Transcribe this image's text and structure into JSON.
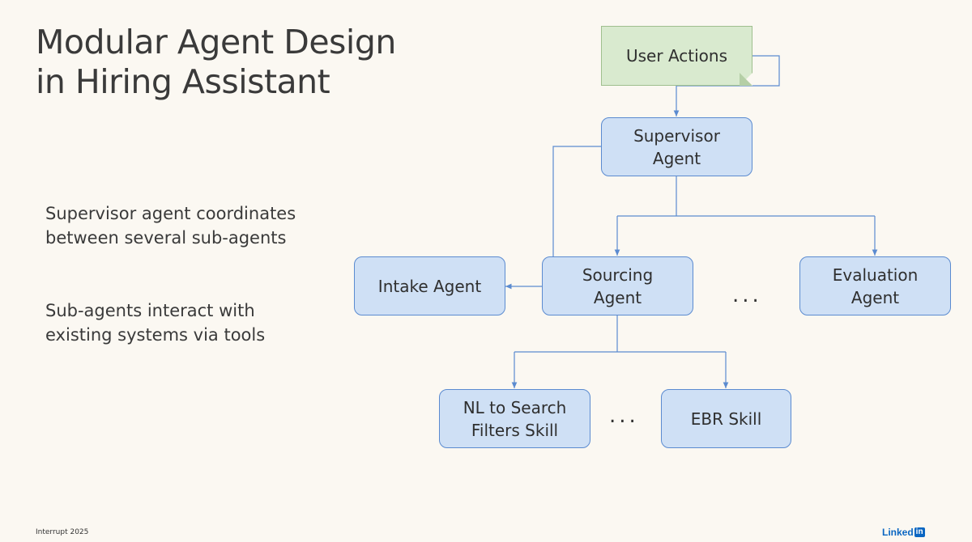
{
  "title": {
    "line1": "Modular Agent Design",
    "line2": "in Hiring Assistant"
  },
  "bullets": [
    {
      "line1": "Supervisor agent coordinates",
      "line2": "between several sub-agents"
    },
    {
      "line1": "Sub-agents interact with",
      "line2": "existing systems via tools"
    }
  ],
  "diagram": {
    "user_actions": "User Actions",
    "supervisor": {
      "line1": "Supervisor",
      "line2": "Agent"
    },
    "intake": "Intake Agent",
    "sourcing": {
      "line1": "Sourcing",
      "line2": "Agent"
    },
    "evaluation": {
      "line1": "Evaluation",
      "line2": "Agent"
    },
    "nl_search": {
      "line1": "NL to Search",
      "line2": "Filters Skill"
    },
    "ebr": "EBR Skill",
    "ellipsis": "...",
    "colors": {
      "box_fill": "#cfe0f5",
      "box_border": "#5b8bd0",
      "note_fill": "#d9eacf",
      "connector": "#5b8bd0"
    }
  },
  "footer": {
    "event": "Interrupt 2025",
    "logo_text": "Linked",
    "logo_badge": "in"
  }
}
